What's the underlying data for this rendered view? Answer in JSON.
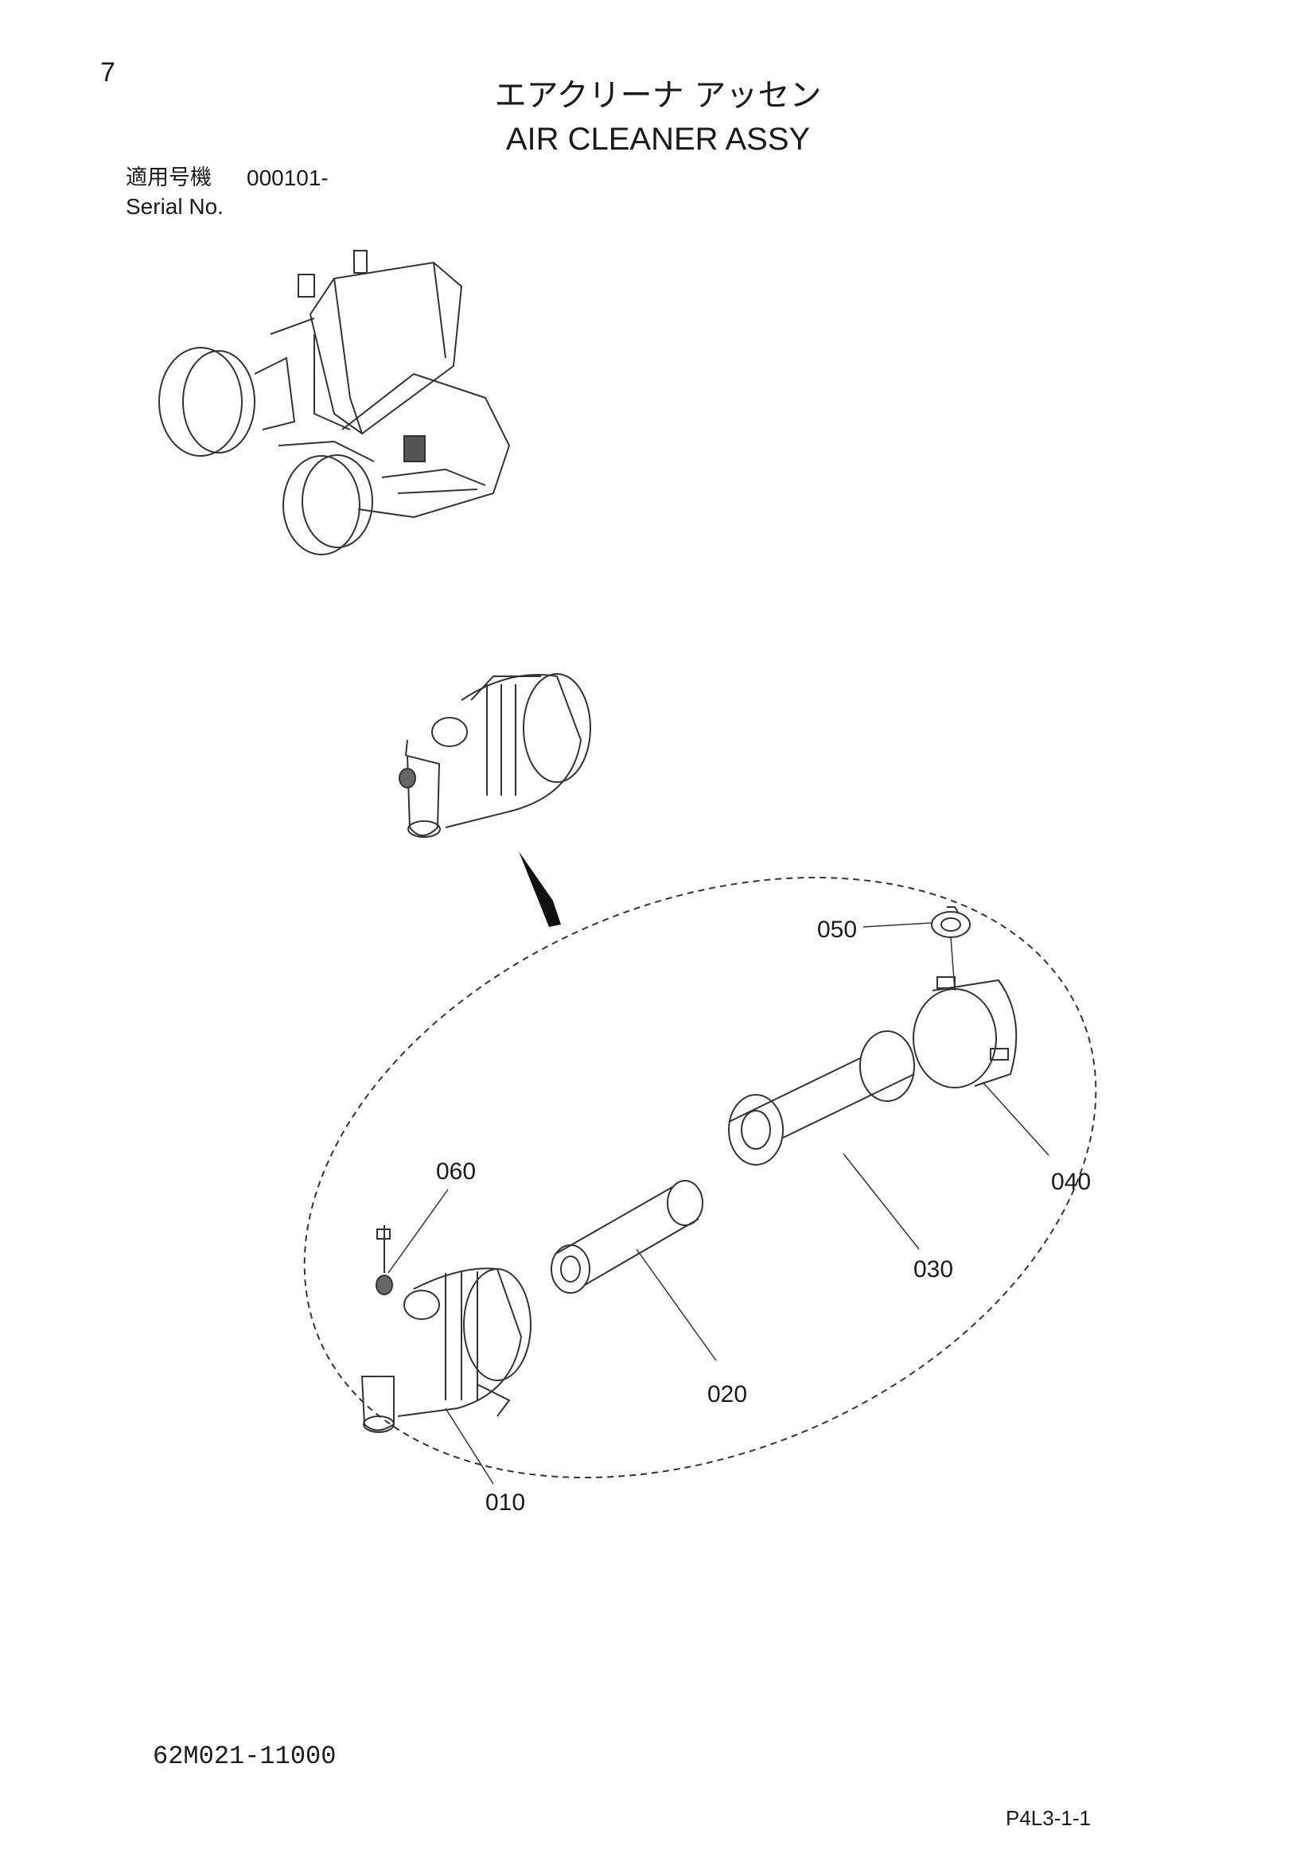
{
  "header": {
    "page_number": "7",
    "title_ja": "エアクリーナ アッセン",
    "title_en": "AIR CLEANER ASSY",
    "serial_label_ja": "適用号機",
    "serial_value": "000101-",
    "serial_label_en": "Serial No."
  },
  "callouts": [
    {
      "label": "050"
    },
    {
      "label": "040"
    },
    {
      "label": "030"
    },
    {
      "label": "060"
    },
    {
      "label": "020"
    },
    {
      "label": "010"
    }
  ],
  "footer": {
    "drawing_number": "62M021-11000",
    "page_code": "P4L3-1-1"
  }
}
